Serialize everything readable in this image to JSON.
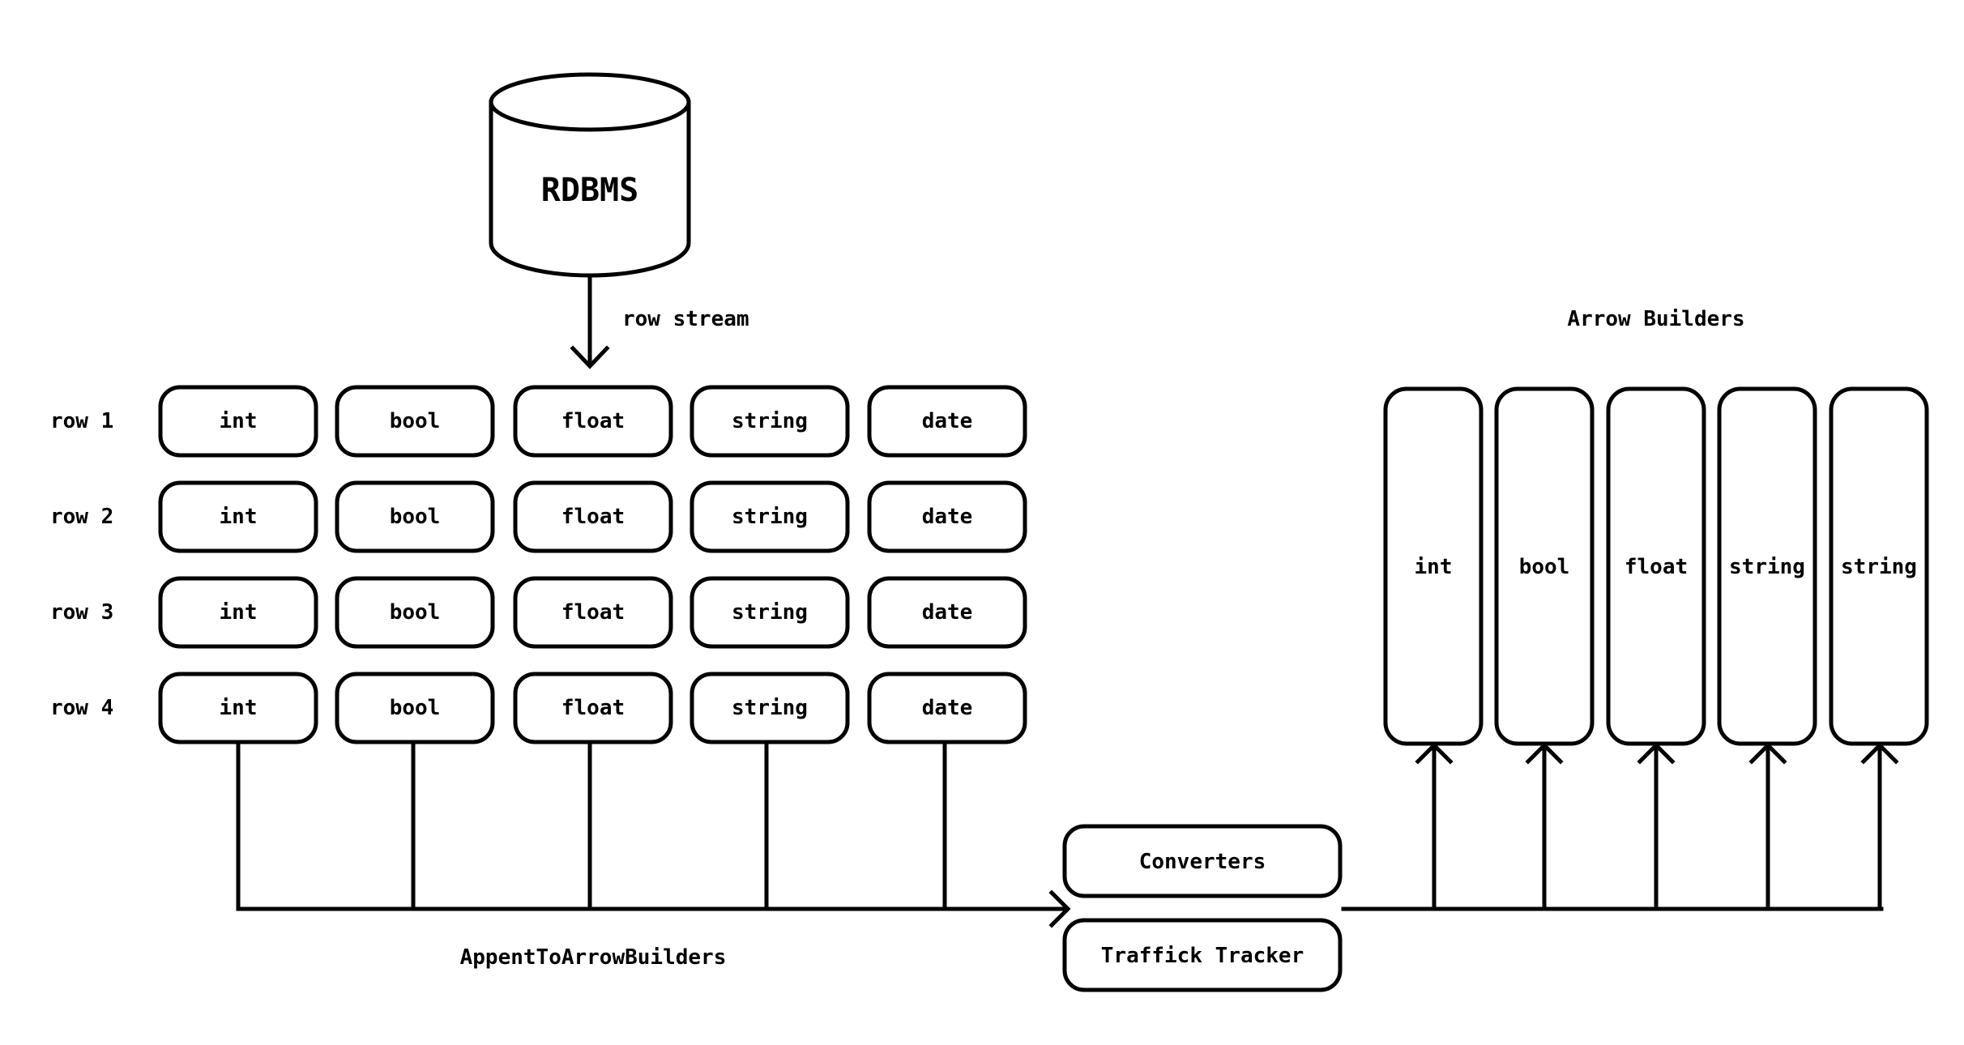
{
  "database": {
    "label": "RDBMS"
  },
  "stream_label": "row stream",
  "rows": [
    {
      "label": "row 1",
      "cells": [
        "int",
        "bool",
        "float",
        "string",
        "date"
      ]
    },
    {
      "label": "row 2",
      "cells": [
        "int",
        "bool",
        "float",
        "string",
        "date"
      ]
    },
    {
      "label": "row 3",
      "cells": [
        "int",
        "bool",
        "float",
        "string",
        "date"
      ]
    },
    {
      "label": "row 4",
      "cells": [
        "int",
        "bool",
        "float",
        "string",
        "date"
      ]
    }
  ],
  "append_label": "AppentToArrowBuilders",
  "processors": {
    "converters": "Converters",
    "tracker": "Traffick Tracker"
  },
  "builders": {
    "title": "Arrow Builders",
    "items": [
      "int",
      "bool",
      "float",
      "string",
      "string"
    ]
  },
  "colors": {
    "stroke": "#000000",
    "background": "#ffffff"
  }
}
